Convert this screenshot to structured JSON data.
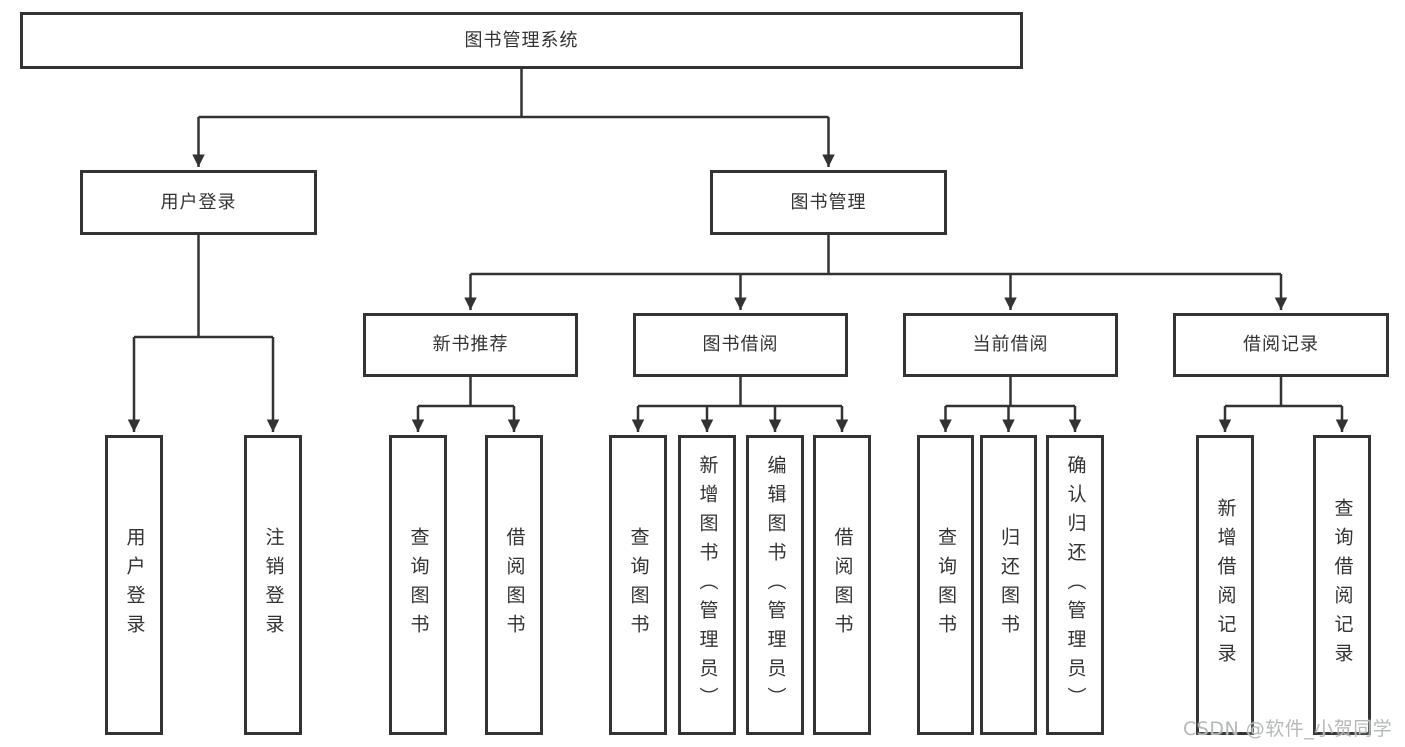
{
  "diagram": {
    "root": "图书管理系统",
    "branches": [
      {
        "label": "用户登录",
        "children": [
          {
            "label": "用户登录"
          },
          {
            "label": "注销登录"
          }
        ]
      },
      {
        "label": "图书管理",
        "children": [
          {
            "label": "新书推荐",
            "children": [
              {
                "label": "查询图书"
              },
              {
                "label": "借阅图书"
              }
            ]
          },
          {
            "label": "图书借阅",
            "children": [
              {
                "label": "查询图书"
              },
              {
                "label": "新增图书（管理员）"
              },
              {
                "label": "编辑图书（管理员）"
              },
              {
                "label": "借阅图书"
              }
            ]
          },
          {
            "label": "当前借阅",
            "children": [
              {
                "label": "查询图书"
              },
              {
                "label": "归还图书"
              },
              {
                "label": "确认归还（管理员）"
              }
            ]
          },
          {
            "label": "借阅记录",
            "children": [
              {
                "label": "新增借阅记录"
              },
              {
                "label": "查询借阅记录"
              }
            ]
          }
        ]
      }
    ]
  },
  "watermark": {
    "text": "CSDN @软件_小贺同学"
  },
  "colors": {
    "line": "#333333",
    "box_border": "#333333",
    "text": "#333333",
    "watermark_text": "#b6b9b9",
    "background": "#ffffff"
  }
}
